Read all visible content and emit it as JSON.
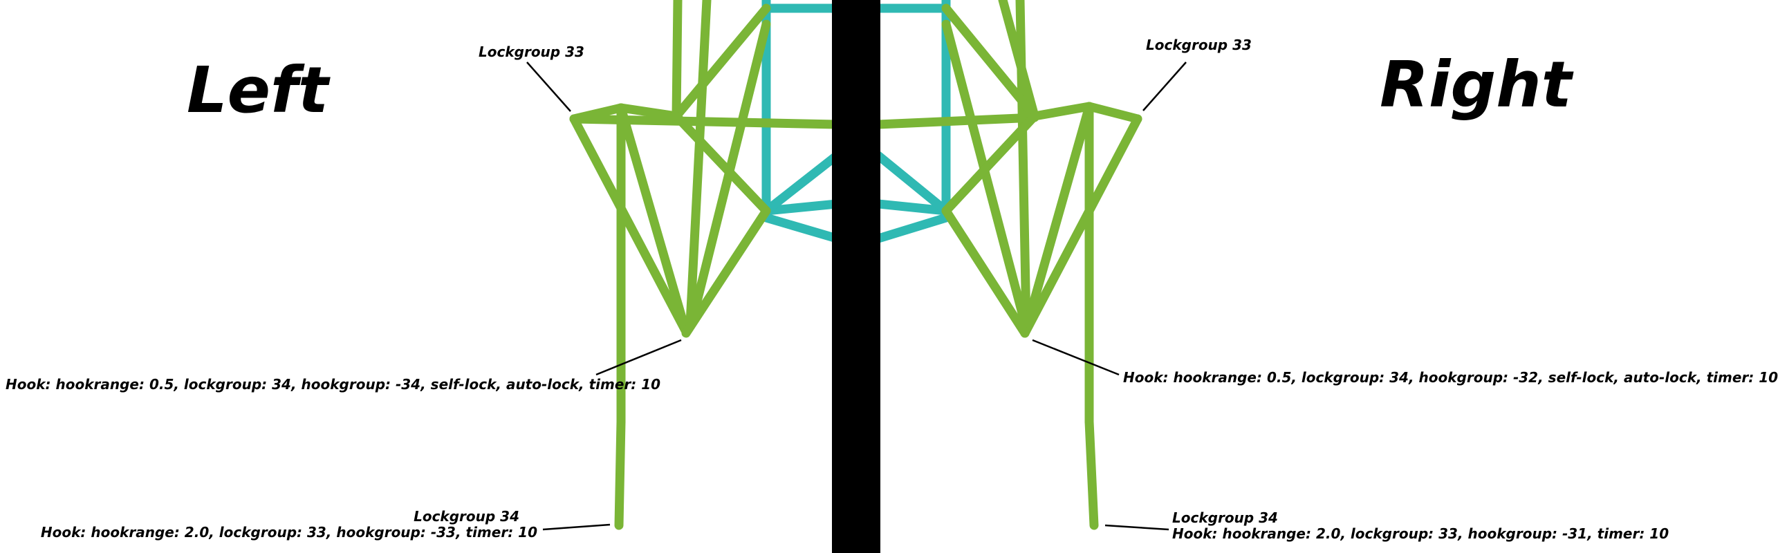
{
  "left": {
    "title": "Left",
    "lockgroup_top": "Lockgroup 33",
    "hook_upper": "Hook: hookrange: 0.5, lockgroup: 34, hookgroup: -34, self-lock, auto-lock, timer: 10",
    "lockgroup_bottom": "Lockgroup 34",
    "hook_lower": "Hook: hookrange: 2.0, lockgroup: 33, hookgroup: -33, timer: 10"
  },
  "right": {
    "title": "Right",
    "lockgroup_top": "Lockgroup 33",
    "hook_upper": "Hook: hookrange: 0.5, lockgroup: 34, hookgroup: -32, self-lock, auto-lock, timer: 10",
    "lockgroup_bottom": "Lockgroup 34",
    "hook_lower": "Hook: hookrange: 2.0, lockgroup: 33, hookgroup: -31, timer: 10"
  },
  "colors": {
    "beam_green": "#7ab536",
    "beam_green_dark": "#5d8f24",
    "beam_teal": "#2fb9b3",
    "divider": "#000000",
    "leader": "#000000"
  }
}
